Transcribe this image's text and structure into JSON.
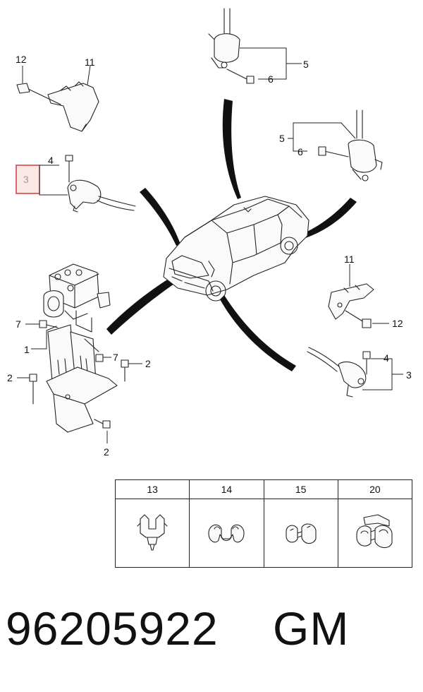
{
  "callouts": {
    "abs_bracket": "11",
    "abs_bracket_bolt": "12",
    "front_sensor": "3",
    "front_sensor_bolt": "4",
    "rear_sensor": "5",
    "rear_sensor_bolt": "6",
    "rear_sensor_r": "5",
    "rear_sensor_bolt_r": "6",
    "rear_bracket": "11",
    "rear_bracket_bolt": "12",
    "front_sensor_r": "3",
    "front_sensor_bolt_r": "4",
    "modulator_bolt_top": "7",
    "modulator": "1",
    "modulator_bolt_mid": "7",
    "mount_bolt_left": "2",
    "mount_bolt_right": "2",
    "mount_bolt_bottom": "2"
  },
  "clip_table": {
    "columns": [
      "13",
      "14",
      "15",
      "20"
    ]
  },
  "footer": {
    "part_number": "96205922",
    "brand": "GM"
  }
}
